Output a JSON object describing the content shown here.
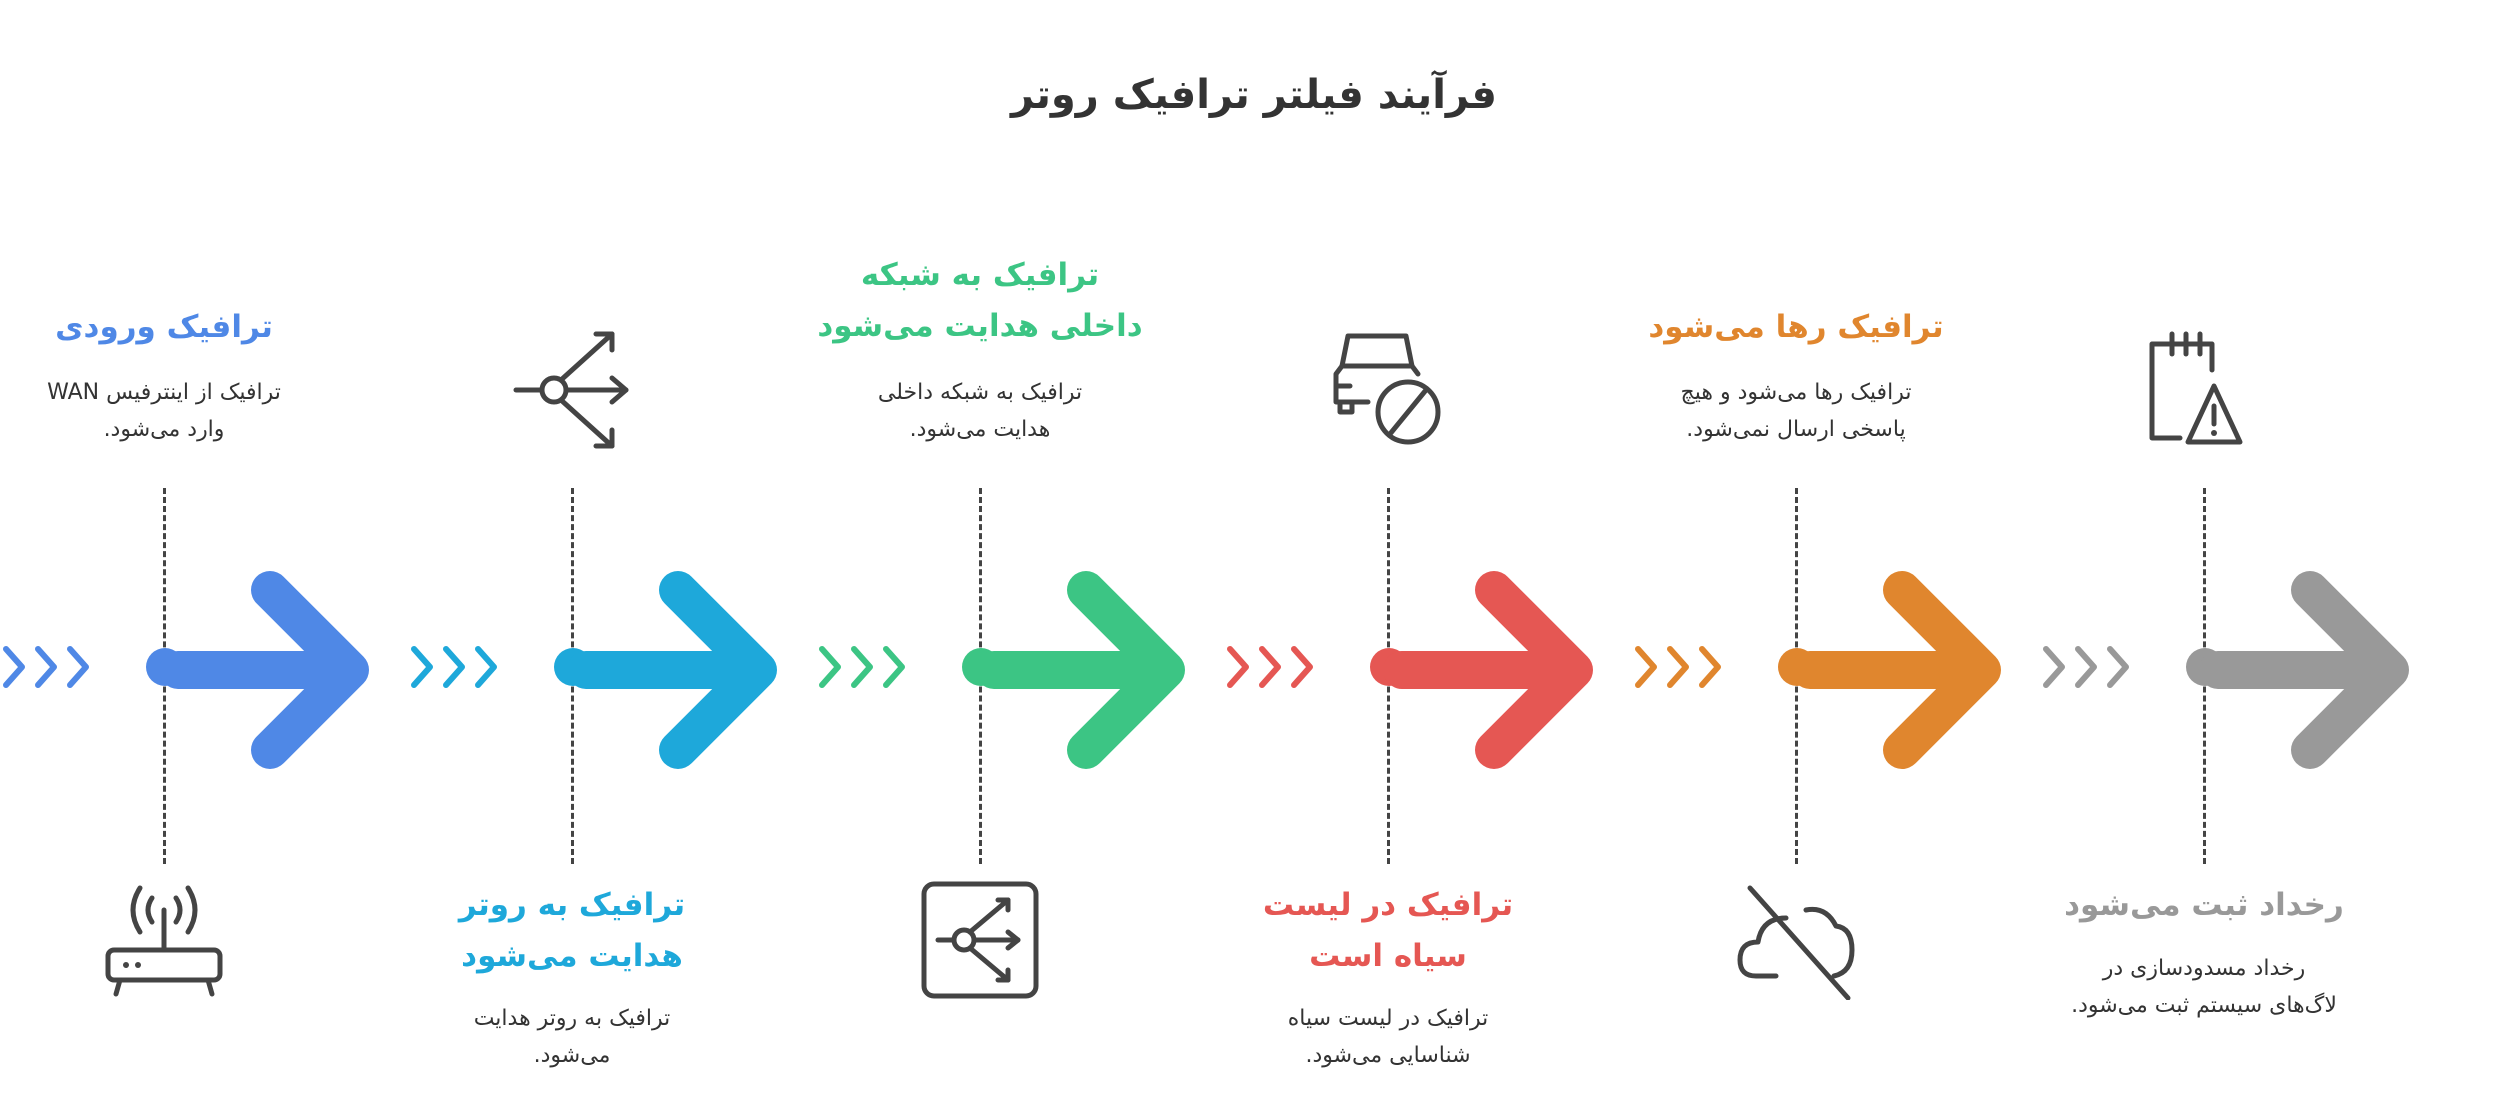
{
  "title": "فرآیند فیلتر ترافیک روتر",
  "steps": [
    {
      "heading": "ترافیک ورودی",
      "description": "ترافیک از اینترفیس WAN\nوارد می‌شود.",
      "color": "#4F88E6",
      "icon": "router-wifi-icon",
      "text_pos": "top"
    },
    {
      "heading": "ترافیک به روتر\nهدایت می‌شود",
      "description": "ترافیک به روتر هدایت\nمی‌شود.",
      "color": "#1EA8DA",
      "icon": "split-arrows-icon",
      "text_pos": "bottom"
    },
    {
      "heading": "ترافیک به شبکه\nداخلی هدایت می‌شود",
      "description": "ترافیک به شبکه داخلی\nهدایت می‌شود.",
      "color": "#3CC584",
      "icon": "switch-box-icon",
      "text_pos": "top"
    },
    {
      "heading": "ترافیک در لیست\nسیاه است",
      "description": "ترافیک در لیست سیاه\nشناسایی می‌شود.",
      "color": "#E55753",
      "icon": "car-blocked-icon",
      "text_pos": "bottom"
    },
    {
      "heading": "ترافیک رها می‌شود",
      "description": "ترافیک رها می‌شود و هیچ\nپاسخی ارسال نمی‌شود.",
      "color": "#E0862E",
      "icon": "cloud-off-icon",
      "text_pos": "top"
    },
    {
      "heading": "رخداد ثبت می‌شود",
      "description": "رخداد مسدودسازی در\nلاگ‌های سیستم ثبت می‌شود.",
      "color": "#999999",
      "icon": "notepad-warning-icon",
      "text_pos": "bottom"
    }
  ]
}
